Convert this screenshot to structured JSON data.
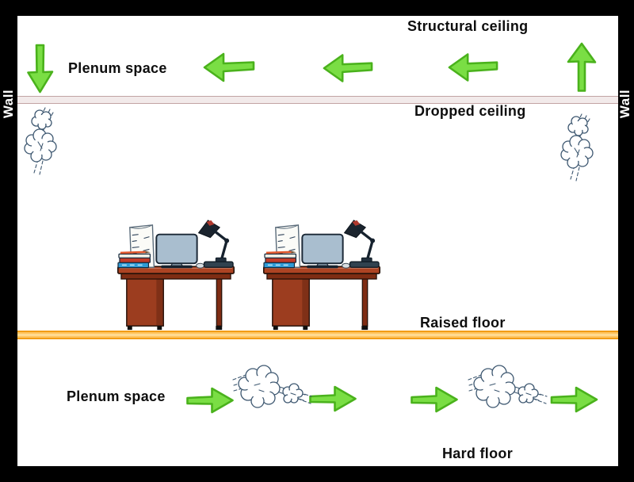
{
  "diagram": {
    "labels": {
      "structural_ceiling": "Structural ceiling",
      "plenum_top": "Plenum space",
      "dropped_ceiling": "Dropped ceiling",
      "wall_left": "Wall",
      "wall_right": "Wall",
      "raised_floor": "Raised floor",
      "plenum_bottom": "Plenum space",
      "hard_floor": "Hard floor"
    },
    "colors": {
      "frame": "#000000",
      "room_bg": "#ffffff",
      "arrow_fill": "#7ade44",
      "arrow_stroke": "#4ab21c",
      "dropped_ceiling_fill": "#f2eaea",
      "dropped_ceiling_border": "#c2a4a4",
      "raised_floor_fill": "#ffc45e",
      "raised_floor_border": "#f29c15",
      "cloud_stroke": "#3d5770"
    },
    "airflow": {
      "ceiling_plenum_arrows": [
        "down",
        "left",
        "left",
        "left",
        "up"
      ],
      "floor_plenum_arrows": [
        "right",
        "right",
        "right",
        "right"
      ]
    },
    "furniture": {
      "desk_count": 2
    }
  }
}
